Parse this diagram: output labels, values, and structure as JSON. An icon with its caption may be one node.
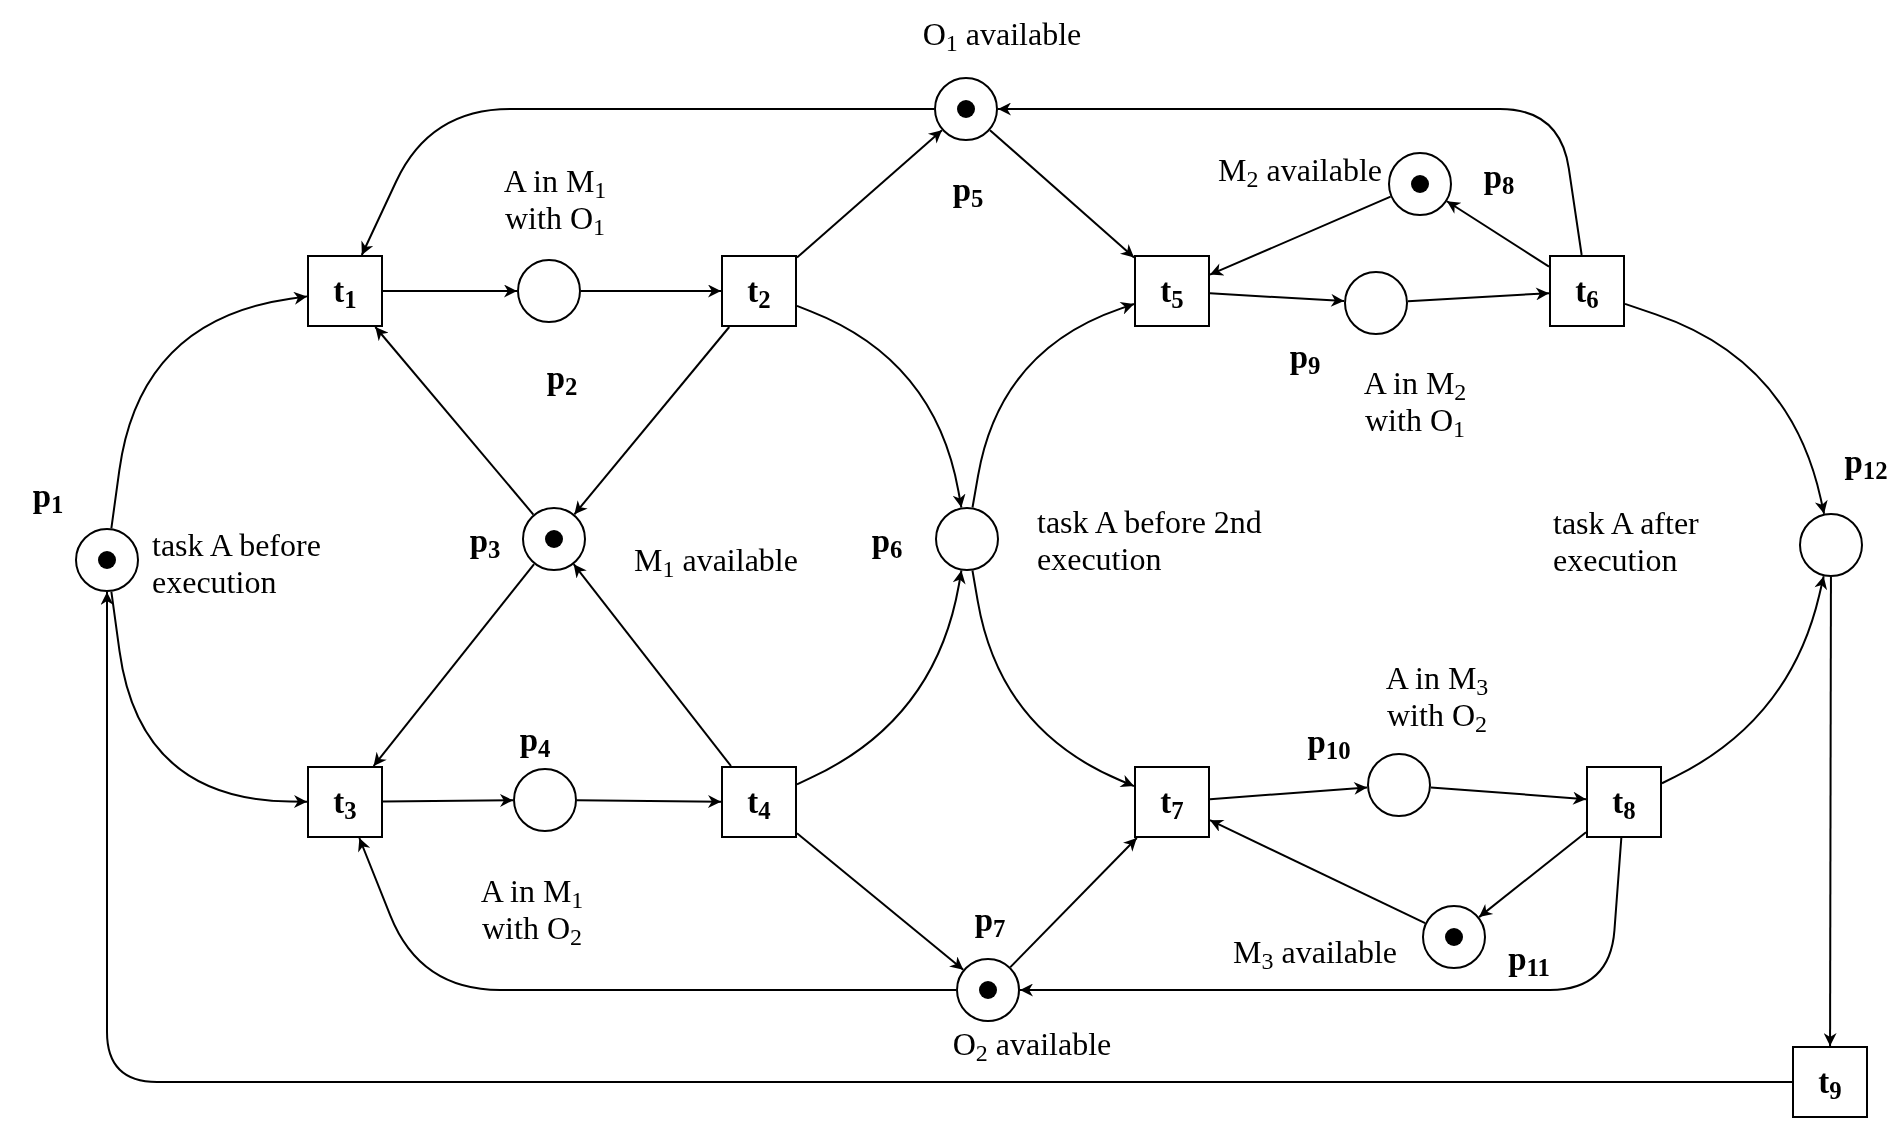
{
  "diagram": {
    "nodes": [
      {
        "text": [
          "p$_{1}$"
        ],
        "beside": [
          "task A before execution"
        ]
      },
      {
        "text": [
          "t$_{1}$"
        ]
      },
      {
        "text": [
          "p$_{2}$"
        ],
        "beside": [
          "A in M$_{1}$ with O$_{1}$"
        ]
      },
      {
        "text": [
          "t$_{2}$"
        ]
      },
      {
        "text": [
          "p$_{3}$"
        ],
        "beside": [
          "M$_{1}$ available"
        ]
      },
      {
        "text": [
          "t$_{3}$"
        ]
      },
      {
        "text": [
          "p$_{4}$"
        ],
        "beside": [
          "A in M$_{1}$ with O$_{2}$"
        ]
      },
      {
        "text": [
          "t$_{4}$"
        ]
      },
      {
        "text": [
          "p$_{5}$"
        ],
        "beside": [
          "O$_{1}$ available"
        ]
      },
      {
        "text": [
          "p$_{6}$"
        ],
        "beside": [
          "task A before 2nd execution"
        ]
      },
      {
        "text": [
          "p$_{7}$"
        ],
        "beside": [
          "O$_{2}$ available"
        ]
      },
      {
        "text": [
          "t$_{5}$"
        ]
      },
      {
        "text": [
          "p$_{8}$"
        ],
        "beside": [
          "M$_{2}$ available"
        ]
      },
      {
        "text": [
          "p$_{9}$"
        ],
        "beside": [
          "A in M$_{2}$ with O$_{1}$"
        ]
      },
      {
        "text": [
          "t$_{6}$"
        ]
      },
      {
        "text": [
          "t$_{7}$"
        ]
      },
      {
        "text": [
          "p$_{10}$"
        ],
        "beside": [
          "A in M$_{3}$ with O$_{2}$"
        ]
      },
      {
        "text": [
          "t$_{8}$"
        ]
      },
      {
        "text": [
          "p$_{11}$"
        ],
        "beside": [
          "M$_{3}$ available"
        ]
      },
      {
        "text": [
          "p$_{12}$"
        ],
        "beside": [
          "task A after execution"
        ]
      },
      {
        "text": [
          "t$_{9}$"
        ]
      }
    ],
    "edges": [
      {
        "from": 0,
        "to": 1,
        "arrow": "to"
      },
      {
        "from": 0,
        "to": 5,
        "arrow": "to"
      },
      {
        "from": 1,
        "to": 2,
        "arrow": "to"
      },
      {
        "from": 2,
        "to": 3,
        "arrow": "to"
      },
      {
        "from": 3,
        "to": 8,
        "arrow": "to"
      },
      {
        "from": 3,
        "to": 4,
        "arrow": "to"
      },
      {
        "from": 3,
        "to": 9,
        "arrow": "to"
      },
      {
        "from": 4,
        "to": 1,
        "arrow": "to"
      },
      {
        "from": 4,
        "to": 5,
        "arrow": "to"
      },
      {
        "from": 5,
        "to": 6,
        "arrow": "to"
      },
      {
        "from": 6,
        "to": 7,
        "arrow": "to"
      },
      {
        "from": 7,
        "to": 4,
        "arrow": "to"
      },
      {
        "from": 7,
        "to": 9,
        "arrow": "to"
      },
      {
        "from": 7,
        "to": 10,
        "arrow": "to"
      },
      {
        "from": 8,
        "to": 1,
        "arrow": "to"
      },
      {
        "from": 8,
        "to": 11,
        "arrow": "to"
      },
      {
        "from": 9,
        "to": 11,
        "arrow": "to"
      },
      {
        "from": 9,
        "to": 15,
        "arrow": "to"
      },
      {
        "from": 10,
        "to": 5,
        "arrow": "to"
      },
      {
        "from": 10,
        "to": 15,
        "arrow": "to"
      },
      {
        "from": 11,
        "to": 13,
        "arrow": "to"
      },
      {
        "from": 12,
        "to": 11,
        "arrow": "to"
      },
      {
        "from": 13,
        "to": 14,
        "arrow": "to"
      },
      {
        "from": 14,
        "to": 12,
        "arrow": "to"
      },
      {
        "from": 14,
        "to": 8,
        "arrow": "to"
      },
      {
        "from": 14,
        "to": 19,
        "arrow": "to"
      },
      {
        "from": 15,
        "to": 16,
        "arrow": "to"
      },
      {
        "from": 16,
        "to": 17,
        "arrow": "to"
      },
      {
        "from": 17,
        "to": 18,
        "arrow": "to"
      },
      {
        "from": 18,
        "to": 15,
        "arrow": "to"
      },
      {
        "from": 17,
        "to": 10,
        "arrow": "to"
      },
      {
        "from": 17,
        "to": 19,
        "arrow": "to"
      },
      {
        "from": 19,
        "to": 20,
        "arrow": "to"
      },
      {
        "from": 20,
        "to": 0,
        "arrow": "to"
      }
    ]
  }
}
